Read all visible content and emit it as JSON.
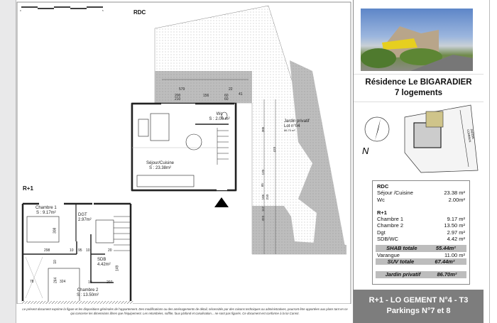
{
  "plan": {
    "level_rdc": "RDC",
    "level_r1": "R+1",
    "scale_ticks": [
      "0",
      "1",
      "2",
      "3",
      "4",
      "5"
    ],
    "rooms": {
      "sejour": {
        "name": "Séjour/Cuisine",
        "area": "S : 23.38m²"
      },
      "wc": {
        "name": "Wc",
        "area": "S : 2.00 m²"
      },
      "jardin": {
        "name": "Jardin privatif",
        "lot": "Lot n°04",
        "area": "86.70 m²"
      },
      "chambre1": {
        "name": "Chambre 1",
        "area": "S : 9.17m²"
      },
      "dgt": {
        "name": "DGT",
        "area": "2.97m²"
      },
      "sdb": {
        "name": "SDB",
        "area": "4.42m²"
      },
      "chambre2": {
        "name": "Chambre 2",
        "area": "S : 13.50m²"
      }
    },
    "dims_rdc": [
      "579",
      "200",
      "210",
      "156",
      "60",
      "60",
      "22",
      "41"
    ],
    "dims_garden": [
      "300",
      "410",
      "120",
      "65",
      "105",
      "210",
      "323",
      "117"
    ],
    "dims_r1": [
      "298",
      "10",
      "95",
      "10",
      "20",
      "308",
      "10",
      "78",
      "264",
      "324",
      "10",
      "207",
      "149"
    ]
  },
  "caption": "Le présent document exprime la figure et les dispositions générales de l'appartement. Des modifications ou des aménagements de détail, nécessités par des raisons techniques ou administratives, pourront être apportées aux plans tant en ce qui concerne les dimensions libres que l'équipement. Les retombées, soffite, faux plafond et canalisation... ne sont pas figurés. Ce document est conforme à la loi Carrez.",
  "panel": {
    "title_line1": "Résidence Le BIGARADIER",
    "title_line2": "7 logements",
    "north_label": "N",
    "site_label": "JARDIN COMMUN",
    "surfaces": {
      "rdc_header": "RDC",
      "rdc": [
        {
          "label": "Séjour /Cuisine",
          "value": "23.38 m²"
        },
        {
          "label": "Wc",
          "value": "2.00m²"
        }
      ],
      "r1_header": "R+1",
      "r1": [
        {
          "label": "Chambre 1",
          "value": "9.17 m²"
        },
        {
          "label": "Chambre 2",
          "value": "13.50 m²"
        },
        {
          "label": "Dgt",
          "value": "2.97 m²"
        },
        {
          "label": "SDB/WC",
          "value": "4.42 m²"
        }
      ],
      "shab_label": "SHAB totale",
      "shab_value": "55.44m²",
      "varangue_label": "Varangue",
      "varangue_value": "11.00 m²",
      "suv_label": "SUV totale",
      "suv_value": "67.44m²",
      "jardin_label": "Jardin privatif",
      "jardin_value": "86.70m²"
    },
    "band_line1": "R+1 - LO GEMENT N°4 - T3",
    "band_line2": "Parkings N°7 et 8",
    "band_color": "#7d7d7d"
  }
}
